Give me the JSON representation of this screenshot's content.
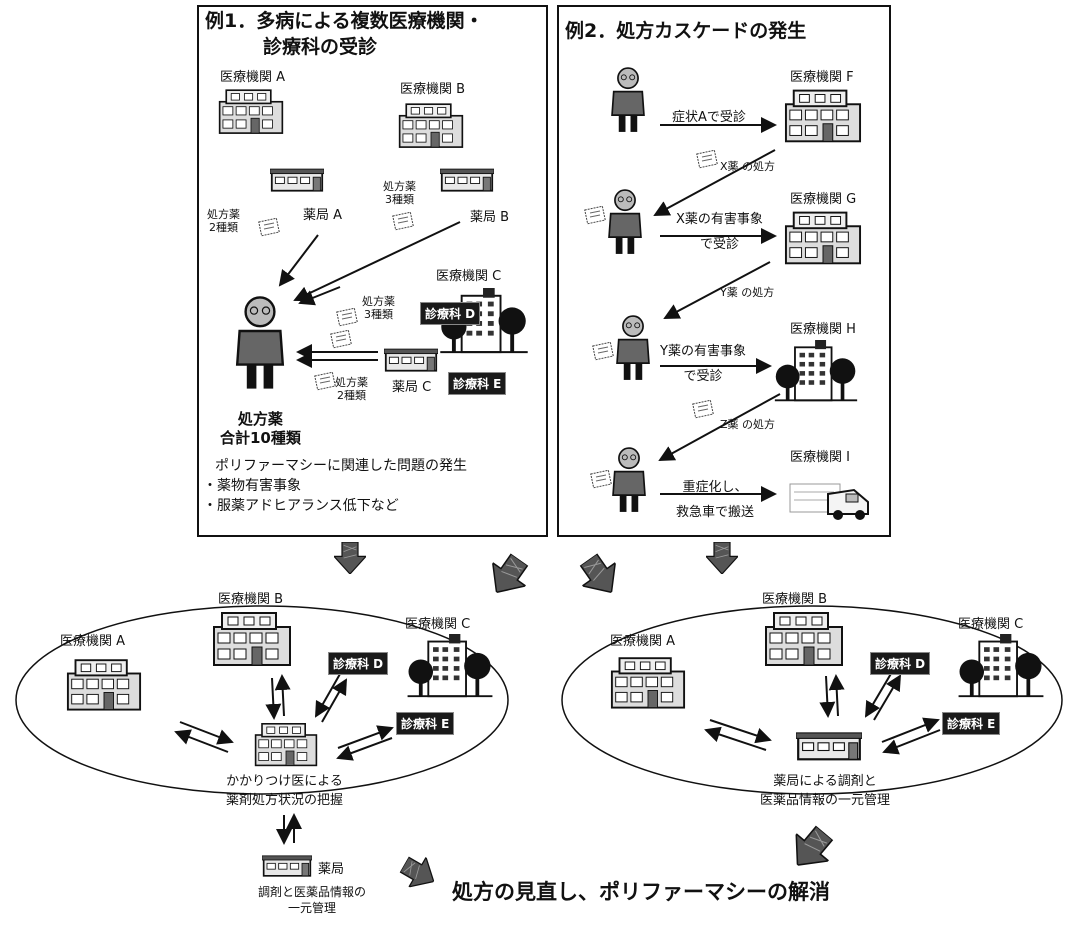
{
  "ex1": {
    "title_line1": "例1．多病による複数医療機関・",
    "title_line2": "診療科の受診",
    "hospA": "医療機関 A",
    "hospB": "医療機関 B",
    "hospC": "医療機関 C",
    "rx2_a": "処方薬",
    "rx2_b": "2種類",
    "pharmA": "薬局 A",
    "rx3_a": "処方薬",
    "rx3_b": "3種類",
    "pharmB": "薬局 B",
    "deptD": "診療科 D",
    "deptE": "診療科 E",
    "rx3c_a": "処方薬",
    "rx3c_b": "3種類",
    "rx2c_a": "処方薬",
    "rx2c_b": "2種類",
    "pharmC": "薬局 C",
    "total1": "処方薬",
    "total2": "合計10種類",
    "problem_title": "ポリファーマシーに関連した問題の発生",
    "problem1": "・薬物有害事象",
    "problem2": "・服薬アドヒアランス低下など"
  },
  "ex2": {
    "title": "例2．処方カスケードの発生",
    "hospF": "医療機関 F",
    "hospG": "医療機関 G",
    "hospH": "医療機関 H",
    "hospI": "医療機関 I",
    "visitA": "症状Aで受診",
    "rxX": "X薬 の処方",
    "adverseX1": "X薬の有害事象",
    "adverseX2": "で受診",
    "rxY": "Y薬 の処方",
    "adverseY1": "Y薬の有害事象",
    "adverseY2": "で受診",
    "rxZ": "Z薬 の処方",
    "severe1": "重症化し、",
    "severe2": "救急車で搬送"
  },
  "bottom_left": {
    "hospA": "医療機関 A",
    "hospB": "医療機関 B",
    "hospC": "医療機関 C",
    "deptD": "診療科 D",
    "deptE": "診療科 E",
    "caption1": "かかりつけ医による",
    "caption2": "薬剤処方状況の把握",
    "pharm": "薬局",
    "pharm_caption1": "調剤と医薬品情報の",
    "pharm_caption2": "一元管理"
  },
  "bottom_right": {
    "hospA": "医療機関 A",
    "hospB": "医療機関 B",
    "hospC": "医療機関 C",
    "deptD": "診療科 D",
    "deptE": "診療科 E",
    "caption1": "薬局による調剤と",
    "caption2": "医薬品情報の一元管理"
  },
  "conclusion": "処方の見直し、ポリファーマシーの解消",
  "icons": [
    "hospital-building-icon",
    "pharmacy-icon",
    "large-hospital-icon",
    "elderly-patient-icon",
    "prescription-paper-icon",
    "ambulance-icon",
    "down-arrow-icon"
  ]
}
